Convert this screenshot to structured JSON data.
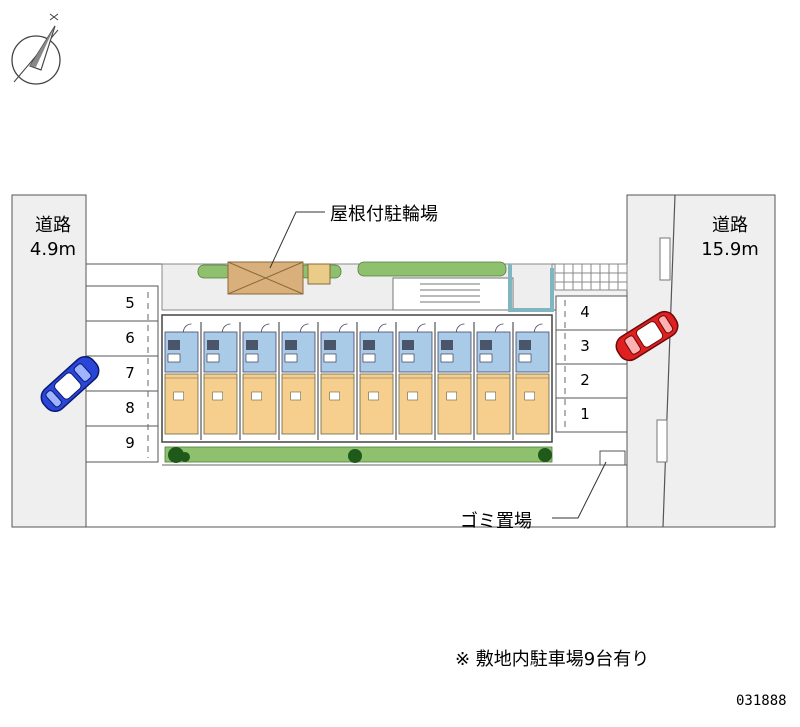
{
  "road_left": {
    "name": "道路",
    "width": "4.9m"
  },
  "road_right": {
    "name": "道路",
    "width": "15.9m"
  },
  "labels": {
    "bicycle_parking": "屋根付駐輪場",
    "garbage": "ゴミ置場"
  },
  "parking_left": [
    "5",
    "6",
    "7",
    "8",
    "9"
  ],
  "parking_right": [
    "4",
    "3",
    "2",
    "1"
  ],
  "units_count": 10,
  "footnote": "※ 敷地内駐車場9台有り",
  "code": "031888",
  "colors": {
    "road": "#efefef",
    "building_top": "#a9cbe8",
    "building_bottom": "#f6cf8e",
    "bike_shed": "#d9b07c",
    "greenery": "#8fc06e",
    "car_left": "#2a46d8",
    "car_right": "#e02020"
  },
  "icons": [
    "north-compass-icon",
    "blue-car-icon",
    "red-car-icon"
  ]
}
